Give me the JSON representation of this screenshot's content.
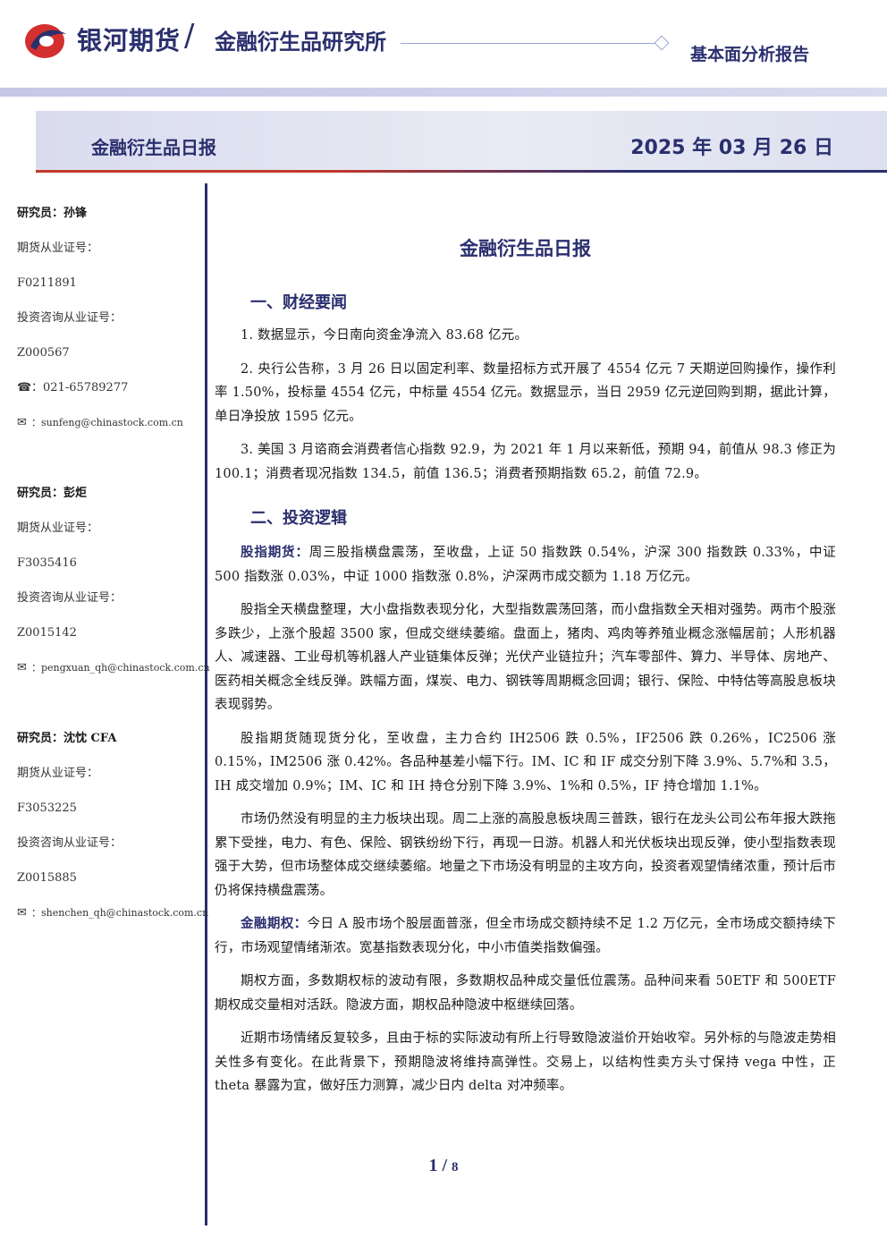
{
  "header": {
    "company": "银河期货",
    "slash": "/",
    "institute": "金融衍生品研究所",
    "report_type": "基本面分析报告"
  },
  "title_bar": {
    "left": "金融衍生品日报",
    "date": "2025 年 03 月 26 日"
  },
  "sidebar": {
    "analysts": [
      {
        "label": "研究员：孙锋",
        "cert_label": "期货从业证号：",
        "cert": "F0211891",
        "consult_label": "投资咨询从业证号：",
        "consult": "Z000567",
        "phone": "：021-65789277",
        "email": "：sunfeng@chinastock.com.cn"
      },
      {
        "label": "研究员：彭炬",
        "cert_label": "期货从业证号：",
        "cert": "F3035416",
        "consult_label": "投资咨询从业证号：",
        "consult": "Z0015142",
        "email": "：pengxuan_qh@chinastock.com.cn"
      },
      {
        "label": "研究员：沈忱  CFA",
        "cert_label": "期货从业证号：",
        "cert": "F3053225",
        "consult_label": "投资咨询从业证号：",
        "consult": "Z0015885",
        "email": "：shenchen_qh@chinastock.com.cn"
      }
    ]
  },
  "main": {
    "title": "金融衍生品日报",
    "sec1_title": "一、财经要闻",
    "sec1_p1": "1. 数据显示，今日南向资金净流入 83.68 亿元。",
    "sec1_p2": "2. 央行公告称，3 月 26 日以固定利率、数量招标方式开展了 4554 亿元 7 天期逆回购操作，操作利率 1.50%，投标量 4554 亿元，中标量 4554 亿元。数据显示，当日 2959 亿元逆回购到期，据此计算，单日净投放 1595 亿元。",
    "sec1_p3": "3. 美国 3 月谘商会消费者信心指数 92.9，为 2021 年 1 月以来新低，预期 94，前值从 98.3 修正为 100.1；消费者现况指数 134.5，前值 136.5；消费者预期指数 65.2，前值 72.9。",
    "sec2_title": "二、投资逻辑",
    "p1_label": "股指期货：",
    "p1_text": "周三股指横盘震荡，至收盘，上证 50 指数跌 0.54%，沪深 300 指数跌 0.33%，中证 500 指数涨 0.03%，中证 1000 指数涨 0.8%，沪深两市成交额为 1.18 万亿元。",
    "p2": "股指全天横盘整理，大小盘指数表现分化，大型指数震荡回落，而小盘指数全天相对强势。两市个股涨多跌少，上涨个股超 3500 家，但成交继续萎缩。盘面上，猪肉、鸡肉等养殖业概念涨幅居前；人形机器人、减速器、工业母机等机器人产业链集体反弹；光伏产业链拉升；汽车零部件、算力、半导体、房地产、医药相关概念全线反弹。跌幅方面，煤炭、电力、钢铁等周期概念回调；银行、保险、中特估等高股息板块表现弱势。",
    "p3": "股指期货随现货分化，至收盘，主力合约 IH2506 跌 0.5%，IF2506 跌 0.26%，IC2506 涨 0.15%，IM2506 涨 0.42%。各品种基差小幅下行。IM、IC 和 IF 成交分别下降 3.9%、5.7%和 3.5，IH 成交增加 0.9%；IM、IC 和 IH 持仓分别下降 3.9%、1%和 0.5%，IF 持仓增加 1.1%。",
    "p4": "市场仍然没有明显的主力板块出现。周二上涨的高股息板块周三普跌，银行在龙头公司公布年报大跌拖累下受挫，电力、有色、保险、钢铁纷纷下行，再现一日游。机器人和光伏板块出现反弹，使小型指数表现强于大势，但市场整体成交继续萎缩。地量之下市场没有明显的主攻方向，投资者观望情绪浓重，预计后市仍将保持横盘震荡。",
    "p5_label": "金融期权：",
    "p5_text": "今日 A 股市场个股层面普涨，但全市场成交额持续不足 1.2 万亿元，全市场成交额持续下行，市场观望情绪渐浓。宽基指数表现分化，中小市值类指数偏强。",
    "p6": "期权方面，多数期权标的波动有限，多数期权品种成交量低位震荡。品种间来看 50ETF 和 500ETF 期权成交量相对活跃。隐波方面，期权品种隐波中枢继续回落。",
    "p7": "近期市场情绪反复较多，且由于标的实际波动有所上行导致隐波溢价开始收窄。另外标的与隐波走势相关性多有变化。在此背景下，预期隐波将维持高弹性。交易上，以结构性卖方头寸保持 vega 中性，正 theta 暴露为宜，做好压力测算，减少日内 delta 对冲频率。"
  },
  "footer": {
    "page": "1",
    "sep": " / ",
    "total": "8"
  }
}
